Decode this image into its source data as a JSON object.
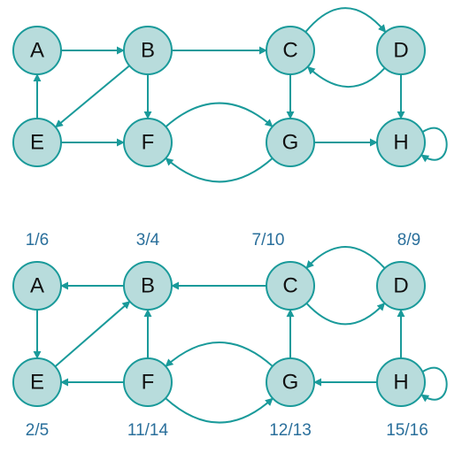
{
  "graph_top": {
    "nodes": [
      {
        "id": "A",
        "label": "A"
      },
      {
        "id": "B",
        "label": "B"
      },
      {
        "id": "C",
        "label": "C"
      },
      {
        "id": "D",
        "label": "D"
      },
      {
        "id": "E",
        "label": "E"
      },
      {
        "id": "F",
        "label": "F"
      },
      {
        "id": "G",
        "label": "G"
      },
      {
        "id": "H",
        "label": "H"
      }
    ],
    "edges": [
      [
        "A",
        "B"
      ],
      [
        "B",
        "C"
      ],
      [
        "B",
        "E"
      ],
      [
        "B",
        "F"
      ],
      [
        "E",
        "A"
      ],
      [
        "E",
        "F"
      ],
      [
        "C",
        "D"
      ],
      [
        "D",
        "C"
      ],
      [
        "C",
        "G"
      ],
      [
        "D",
        "H"
      ],
      [
        "F",
        "G"
      ],
      [
        "G",
        "F"
      ],
      [
        "G",
        "H"
      ],
      [
        "H",
        "H"
      ]
    ]
  },
  "graph_bottom": {
    "nodes": [
      {
        "id": "A",
        "label": "A",
        "time": "1/6"
      },
      {
        "id": "B",
        "label": "B",
        "time": "3/4"
      },
      {
        "id": "C",
        "label": "C",
        "time": "7/10"
      },
      {
        "id": "D",
        "label": "D",
        "time": "8/9"
      },
      {
        "id": "E",
        "label": "E",
        "time": "2/5"
      },
      {
        "id": "F",
        "label": "F",
        "time": "11/14"
      },
      {
        "id": "G",
        "label": "G",
        "time": "12/13"
      },
      {
        "id": "H",
        "label": "H",
        "time": "15/16"
      }
    ],
    "edges": [
      [
        "B",
        "A"
      ],
      [
        "C",
        "B"
      ],
      [
        "A",
        "E"
      ],
      [
        "E",
        "B"
      ],
      [
        "F",
        "B"
      ],
      [
        "F",
        "E"
      ],
      [
        "D",
        "C"
      ],
      [
        "C",
        "D"
      ],
      [
        "G",
        "C"
      ],
      [
        "H",
        "D"
      ],
      [
        "G",
        "F"
      ],
      [
        "F",
        "G"
      ],
      [
        "H",
        "G"
      ],
      [
        "H",
        "H"
      ]
    ]
  },
  "colors": {
    "node_fill": "#b8dcdc",
    "node_stroke": "#1a9a9a",
    "edge": "#1a9a9a",
    "time_label": "#2a6f9b"
  }
}
